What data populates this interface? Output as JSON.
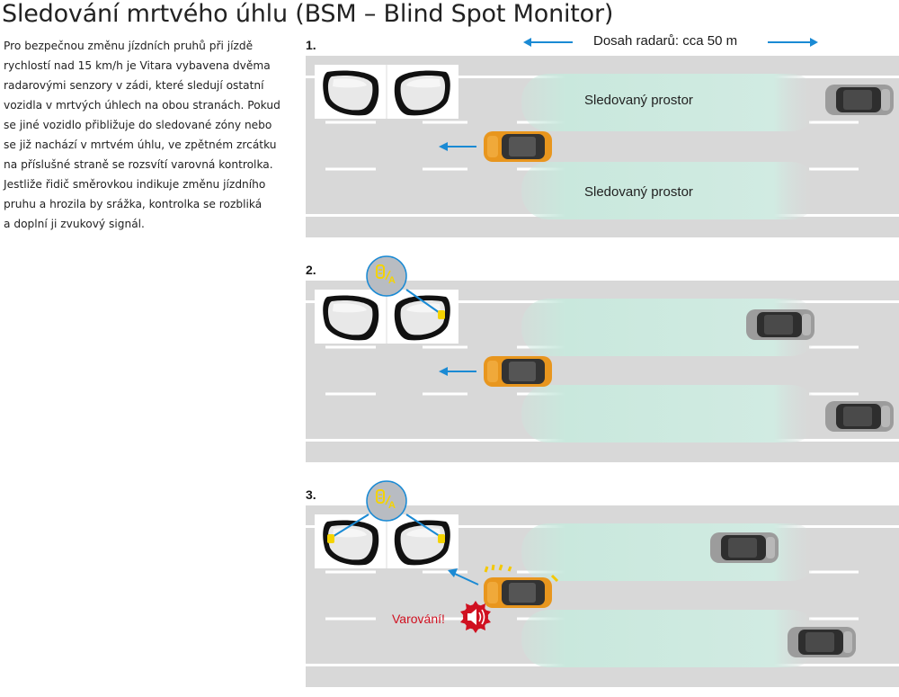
{
  "title": "Sledování mrtvého úhlu (BSM – Blind Spot Monitor)",
  "description_lines": [
    "Pro bezpečnou změnu jízdních pruhů při jízdě",
    "rychlostí nad 15 km/h je Vitara vybavena dvěma",
    "radarovými senzory v zádi, které sledují ostatní",
    "vozidla v mrtvých úhlech na obou stranách. Pokud",
    "se jiné vozidlo přibližuje do sledované zóny nebo",
    "se již nachází v mrtvém úhlu, ve zpětném zrcátku",
    "na příslušné straně se rozsvítí varovná kontrolka.",
    "Jestliže řidič směrovkou indikuje změnu jízdního",
    "pruhu a hrozila by srážka, kontrolka se rozbliká",
    "a doplní ji zvukový signál."
  ],
  "range_label": "Dosah radarů: cca 50 m",
  "steps": [
    "1.",
    "2.",
    "3."
  ],
  "zone_label": "Sledovaný prostor",
  "warning_label": "Varování!",
  "colors": {
    "road": "#d8d8d8",
    "lane_line": "#ffffff",
    "zone": "#cfe9e0",
    "arrow": "#1a8ad4",
    "own_car": "#e8961e",
    "other_car": "#9a9a9a",
    "indicator": "#ffd200",
    "warning_red": "#d01020",
    "mirror_bg": "#ffffff"
  },
  "icons": [
    "mirror-left-icon",
    "mirror-right-icon",
    "bsm-indicator-icon",
    "speaker-warning-icon",
    "car-icon"
  ]
}
